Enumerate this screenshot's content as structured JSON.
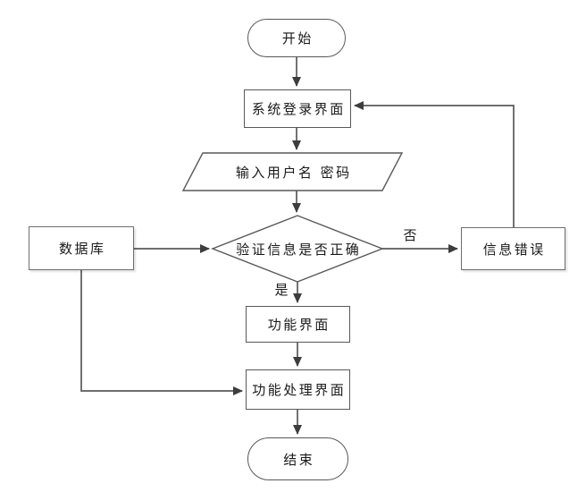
{
  "diagram": {
    "title": "login-flowchart",
    "colors": {
      "background": "#ffffff",
      "connector": "#595959",
      "arrowhead": "#3d3d3d",
      "shape_border": "#595959",
      "shape_fill": "#ffffff",
      "text": "#1a1a1a"
    },
    "nodes": {
      "start": {
        "type": "terminator",
        "label": "开始"
      },
      "login": {
        "type": "process",
        "label": "系统登录界面"
      },
      "input": {
        "type": "data-parallelogram",
        "label": "输入用户名 密码"
      },
      "verify": {
        "type": "decision",
        "label": "验证信息是否正确"
      },
      "database": {
        "type": "process",
        "label": "数据库"
      },
      "error": {
        "type": "process",
        "label": "信息错误"
      },
      "function": {
        "type": "process",
        "label": "功能界面"
      },
      "process": {
        "type": "process",
        "label": "功能处理界面"
      },
      "end": {
        "type": "terminator",
        "label": "结束"
      }
    },
    "edge_labels": {
      "yes": "是",
      "no": "否"
    },
    "edges": [
      {
        "from": "start",
        "to": "login",
        "label": ""
      },
      {
        "from": "login",
        "to": "input",
        "label": ""
      },
      {
        "from": "input",
        "to": "verify",
        "label": ""
      },
      {
        "from": "verify",
        "to": "function",
        "label": "是"
      },
      {
        "from": "verify",
        "to": "error",
        "label": "否"
      },
      {
        "from": "error",
        "to": "login",
        "label": ""
      },
      {
        "from": "database",
        "to": "verify",
        "label": ""
      },
      {
        "from": "database",
        "to": "process",
        "label": ""
      },
      {
        "from": "function",
        "to": "process",
        "label": ""
      },
      {
        "from": "process",
        "to": "end",
        "label": ""
      }
    ]
  }
}
